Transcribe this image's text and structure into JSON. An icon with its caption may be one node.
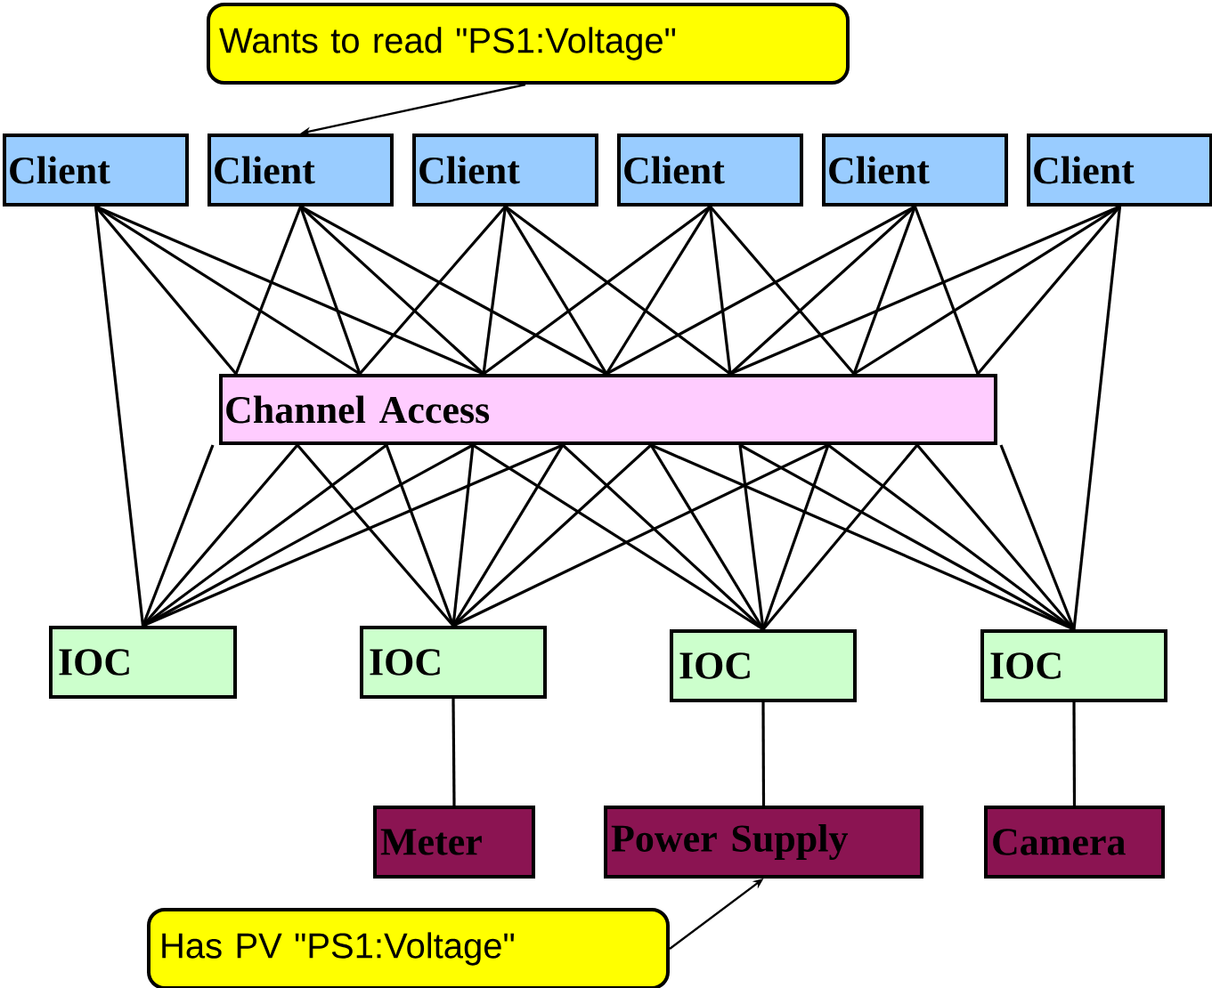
{
  "diagram": {
    "nodes": [
      {
        "text": [
          "Wants to read \"PS1:Voltage\""
        ]
      },
      {
        "text": [
          "Client"
        ]
      },
      {
        "text": [
          "Client"
        ]
      },
      {
        "text": [
          "Client"
        ]
      },
      {
        "text": [
          "Client"
        ]
      },
      {
        "text": [
          "Client"
        ]
      },
      {
        "text": [
          "Client"
        ]
      },
      {
        "text": [
          "Channel Access"
        ]
      },
      {
        "text": [
          "IOC"
        ]
      },
      {
        "text": [
          "IOC"
        ]
      },
      {
        "text": [
          "IOC"
        ]
      },
      {
        "text": [
          "IOC"
        ]
      },
      {
        "text": [
          "Meter"
        ]
      },
      {
        "text": [
          "Power Supply"
        ]
      },
      {
        "text": [
          "Camera"
        ]
      },
      {
        "text": [
          "Has PV \"PS1:Voltage\""
        ]
      }
    ],
    "edges": [
      {
        "from": 0,
        "to": 2,
        "arrow": "to"
      },
      {
        "from": 1,
        "to": 7,
        "arrow": "none"
      },
      {
        "from": 1,
        "to": 7,
        "arrow": "none"
      },
      {
        "from": 1,
        "to": 7,
        "arrow": "none"
      },
      {
        "from": 1,
        "to": 8,
        "arrow": "none"
      },
      {
        "from": 2,
        "to": 7,
        "arrow": "none"
      },
      {
        "from": 2,
        "to": 7,
        "arrow": "none"
      },
      {
        "from": 2,
        "to": 7,
        "arrow": "none"
      },
      {
        "from": 2,
        "to": 7,
        "arrow": "none"
      },
      {
        "from": 3,
        "to": 7,
        "arrow": "none"
      },
      {
        "from": 3,
        "to": 7,
        "arrow": "none"
      },
      {
        "from": 3,
        "to": 7,
        "arrow": "none"
      },
      {
        "from": 3,
        "to": 7,
        "arrow": "none"
      },
      {
        "from": 4,
        "to": 7,
        "arrow": "none"
      },
      {
        "from": 4,
        "to": 7,
        "arrow": "none"
      },
      {
        "from": 4,
        "to": 7,
        "arrow": "none"
      },
      {
        "from": 4,
        "to": 7,
        "arrow": "none"
      },
      {
        "from": 5,
        "to": 7,
        "arrow": "none"
      },
      {
        "from": 5,
        "to": 7,
        "arrow": "none"
      },
      {
        "from": 5,
        "to": 7,
        "arrow": "none"
      },
      {
        "from": 5,
        "to": 7,
        "arrow": "none"
      },
      {
        "from": 6,
        "to": 7,
        "arrow": "none"
      },
      {
        "from": 6,
        "to": 7,
        "arrow": "none"
      },
      {
        "from": 6,
        "to": 7,
        "arrow": "none"
      },
      {
        "from": 6,
        "to": 11,
        "arrow": "none"
      },
      {
        "from": 7,
        "to": 8,
        "arrow": "none"
      },
      {
        "from": 7,
        "to": 8,
        "arrow": "none"
      },
      {
        "from": 7,
        "to": 8,
        "arrow": "none"
      },
      {
        "from": 7,
        "to": 8,
        "arrow": "none"
      },
      {
        "from": 7,
        "to": 8,
        "arrow": "none"
      },
      {
        "from": 7,
        "to": 9,
        "arrow": "none"
      },
      {
        "from": 7,
        "to": 9,
        "arrow": "none"
      },
      {
        "from": 7,
        "to": 9,
        "arrow": "none"
      },
      {
        "from": 7,
        "to": 9,
        "arrow": "none"
      },
      {
        "from": 7,
        "to": 9,
        "arrow": "none"
      },
      {
        "from": 7,
        "to": 9,
        "arrow": "none"
      },
      {
        "from": 7,
        "to": 10,
        "arrow": "none"
      },
      {
        "from": 7,
        "to": 10,
        "arrow": "none"
      },
      {
        "from": 7,
        "to": 10,
        "arrow": "none"
      },
      {
        "from": 7,
        "to": 10,
        "arrow": "none"
      },
      {
        "from": 7,
        "to": 10,
        "arrow": "none"
      },
      {
        "from": 7,
        "to": 10,
        "arrow": "none"
      },
      {
        "from": 7,
        "to": 11,
        "arrow": "none"
      },
      {
        "from": 7,
        "to": 11,
        "arrow": "none"
      },
      {
        "from": 7,
        "to": 11,
        "arrow": "none"
      },
      {
        "from": 7,
        "to": 11,
        "arrow": "none"
      },
      {
        "from": 7,
        "to": 11,
        "arrow": "none"
      },
      {
        "from": 9,
        "to": 12,
        "arrow": "none"
      },
      {
        "from": 10,
        "to": 13,
        "arrow": "none"
      },
      {
        "from": 11,
        "to": 14,
        "arrow": "none"
      },
      {
        "from": 15,
        "to": 13,
        "arrow": "to"
      }
    ]
  }
}
